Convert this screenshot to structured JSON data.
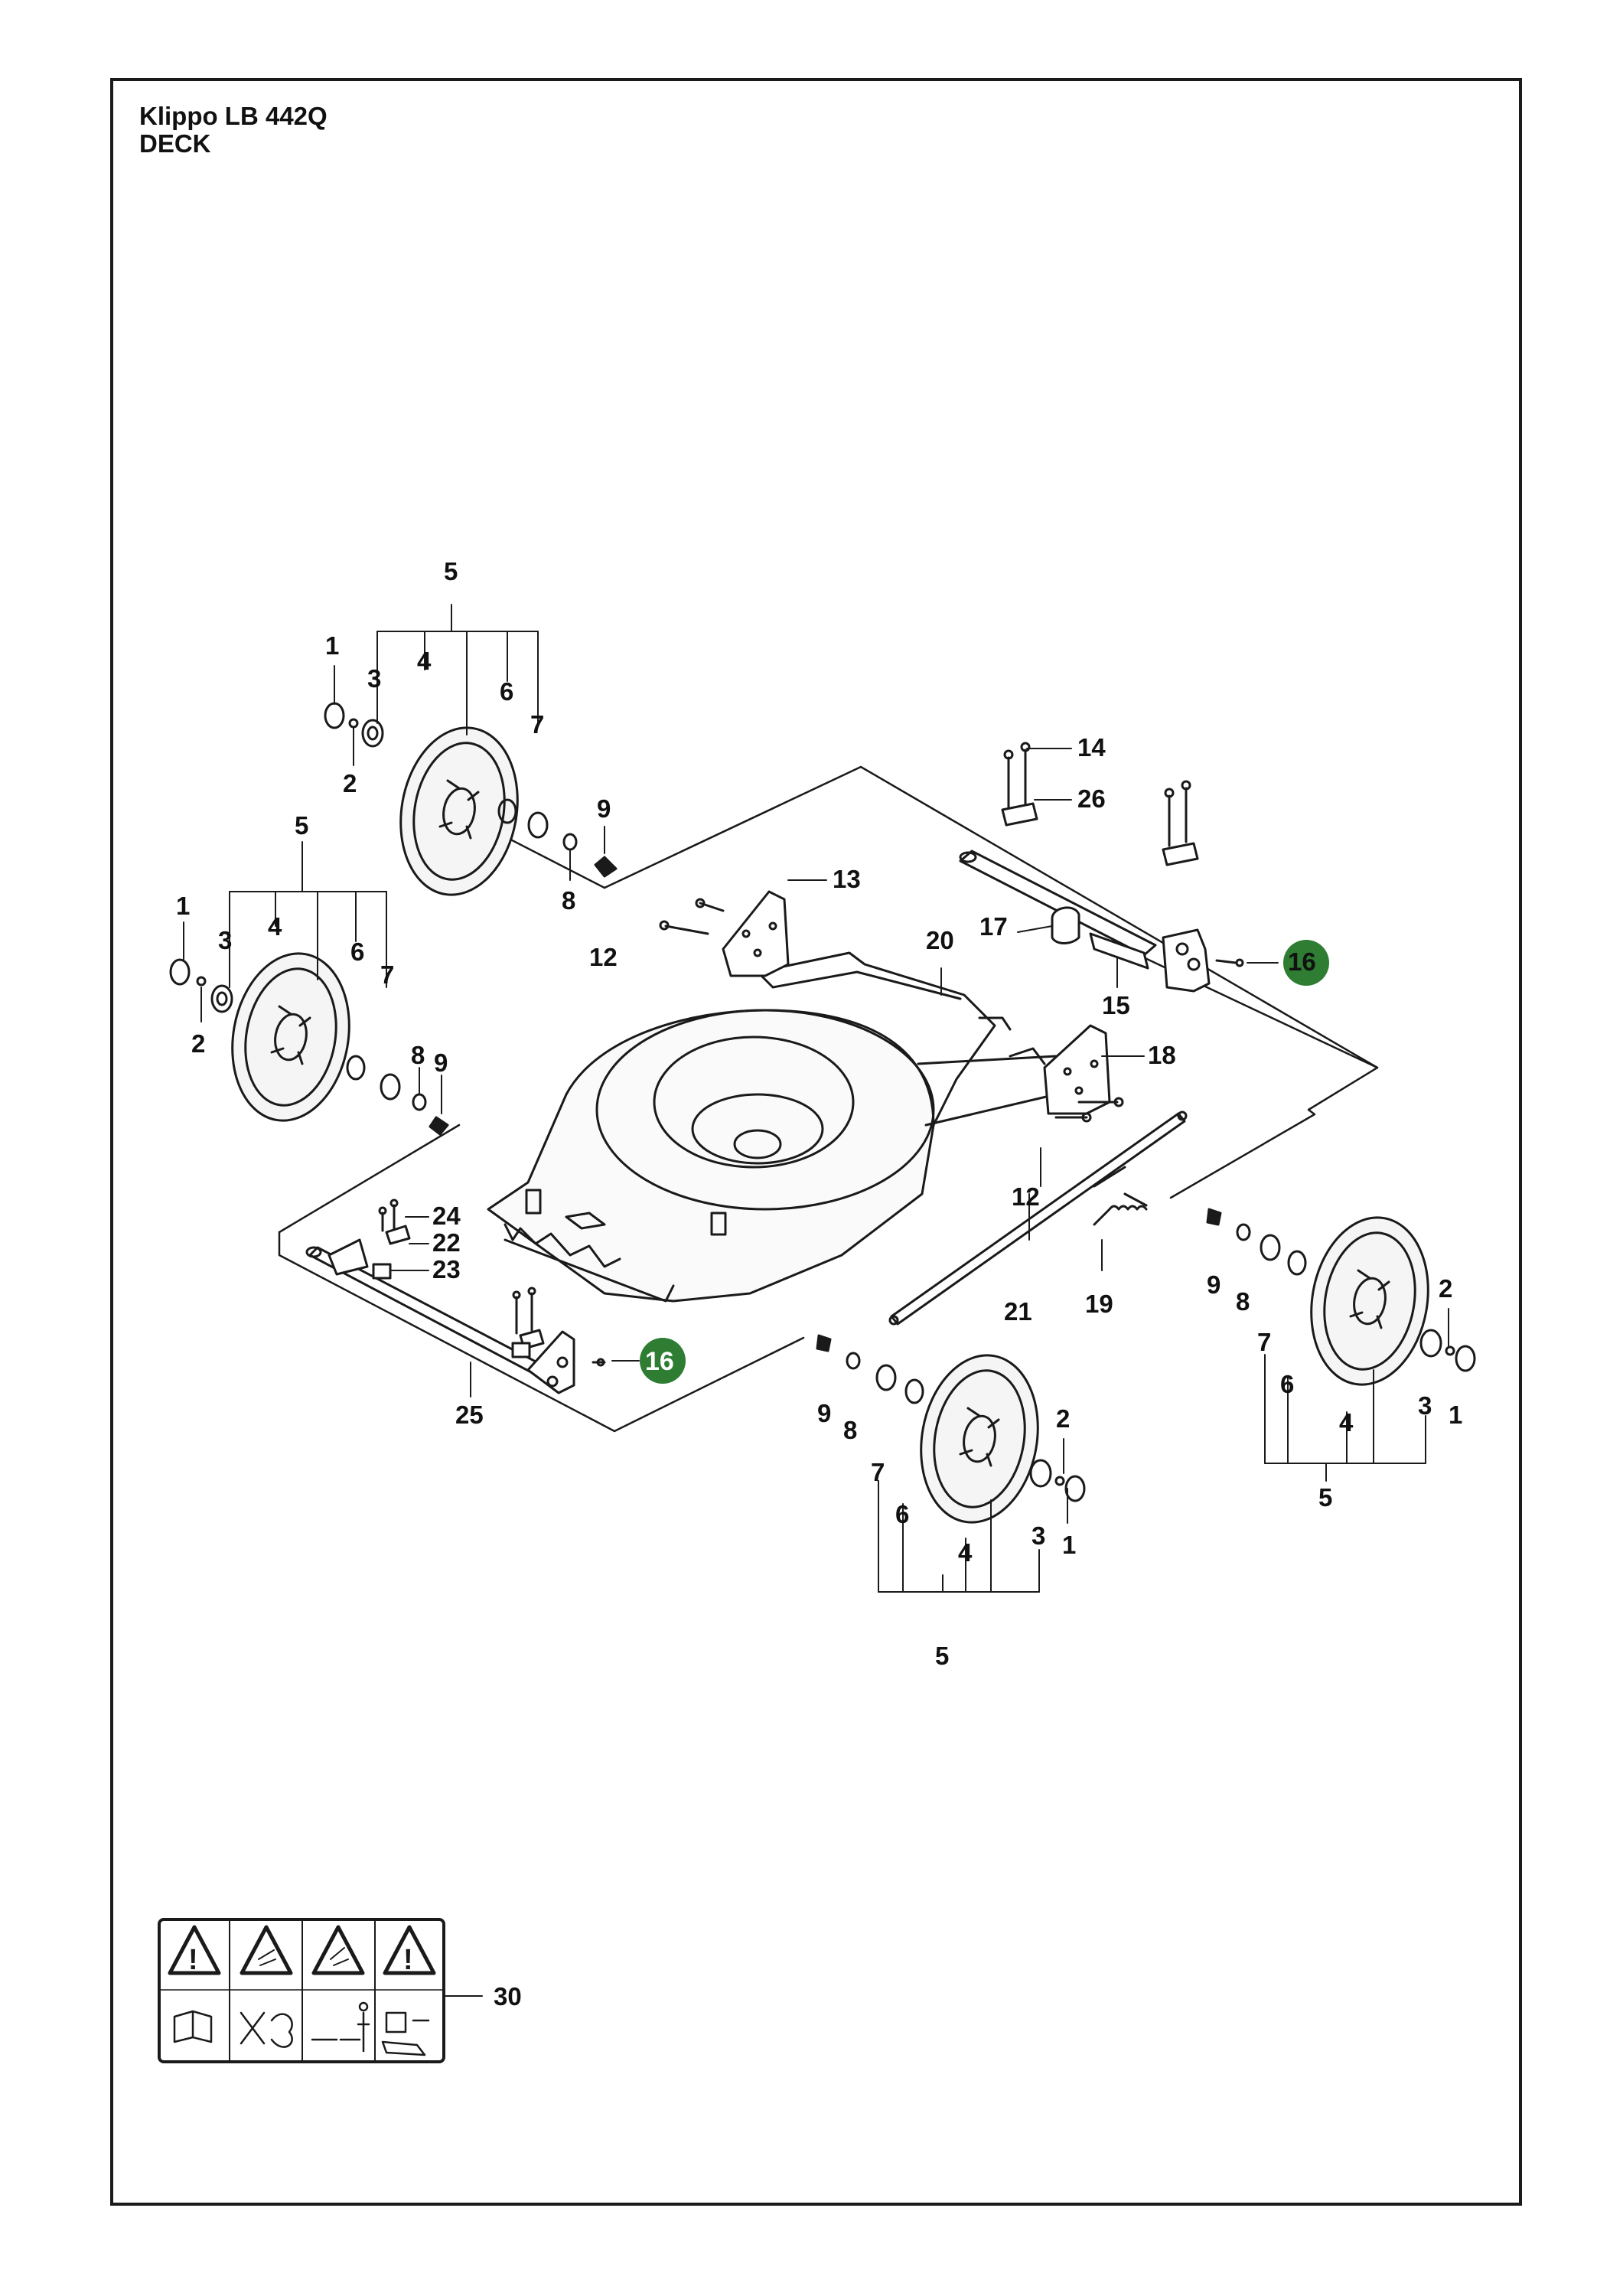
{
  "header": {
    "model": "Klippo LB 442Q",
    "section": "DECK"
  },
  "colors": {
    "ink": "#1a1a1a",
    "highlight_badge": "#2e7d32",
    "badge_text": "#ffffff"
  },
  "labels": {
    "l1a": "1",
    "l1b": "1",
    "l1c": "1",
    "l1d": "1",
    "l2a": "2",
    "l2b": "2",
    "l2c": "2",
    "l2d": "2",
    "l3a": "3",
    "l3b": "3",
    "l3c": "3",
    "l3d": "3",
    "l4a": "4",
    "l4b": "4",
    "l4c": "4",
    "l4d": "4",
    "l5a": "5",
    "l5b": "5",
    "l5c": "5",
    "l5d": "5",
    "l6a": "6",
    "l6b": "6",
    "l6c": "6",
    "l6d": "6",
    "l7a": "7",
    "l7b": "7",
    "l7c": "7",
    "l7d": "7",
    "l8a": "8",
    "l8b": "8",
    "l8c": "8",
    "l8d": "8",
    "l9a": "9",
    "l9b": "9",
    "l9c": "9",
    "l9d": "9",
    "l12a": "12",
    "l12b": "12",
    "l13": "13",
    "l14": "14",
    "l15": "15",
    "l16a": "16",
    "l16b": "16",
    "l17": "17",
    "l18": "18",
    "l19": "19",
    "l20": "20",
    "l21": "21",
    "l22": "22",
    "l23": "23",
    "l24": "24",
    "l25": "25",
    "l26": "26",
    "l30": "30"
  }
}
